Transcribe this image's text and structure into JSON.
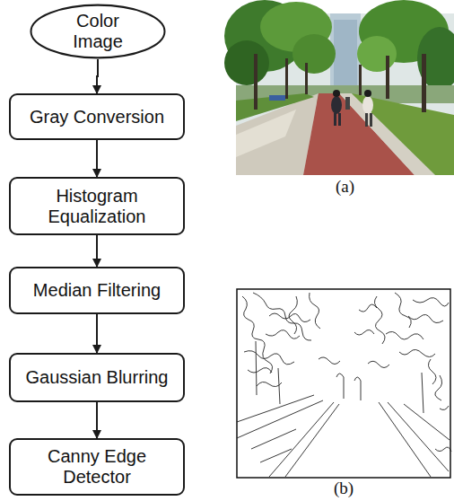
{
  "diagram": {
    "nodes": [
      {
        "text": [
          "Color Image"
        ]
      },
      {
        "text": [
          "Gray Conversion"
        ]
      },
      {
        "text": [
          "Histogram Equalization"
        ]
      },
      {
        "text": [
          "Median Filtering"
        ]
      },
      {
        "text": [
          "Gaussian Blurring"
        ]
      },
      {
        "text": [
          "Canny Edge Detector"
        ]
      }
    ],
    "edges": [
      {
        "from": 0,
        "to": 1,
        "arrow": "to"
      },
      {
        "from": 1,
        "to": 2,
        "arrow": "to"
      },
      {
        "from": 2,
        "to": 3,
        "arrow": "to"
      },
      {
        "from": 3,
        "to": 4,
        "arrow": "to"
      },
      {
        "from": 4,
        "to": 5,
        "arrow": "to"
      }
    ],
    "labels": [
      "(a)",
      "(b)"
    ]
  }
}
